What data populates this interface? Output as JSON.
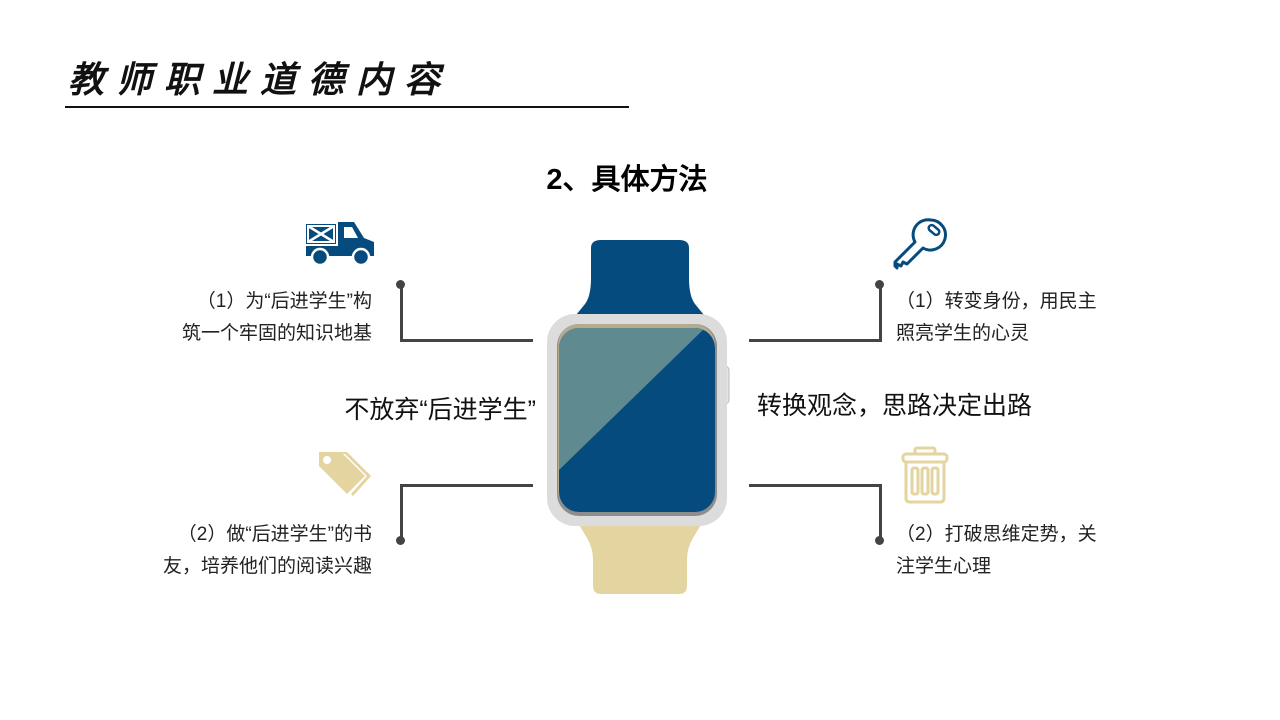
{
  "slide": {
    "title": "教师职业道德内容",
    "section_heading": "2、具体方法"
  },
  "left": {
    "center_label": "不放弃“后进学生”",
    "top_item": {
      "icon": "truck-icon",
      "line1": "（1）为“后进学生”构",
      "line2": "筑一个牢固的知识地基"
    },
    "bottom_item": {
      "icon": "tag-icon",
      "line1": "（2）做“后进学生”的书",
      "line2": "友，培养他们的阅读兴趣"
    }
  },
  "right": {
    "center_label": "转换观念，思路决定出路",
    "top_item": {
      "icon": "key-icon",
      "line1": "（1）转变身份，用民主",
      "line2": "照亮学生的心灵"
    },
    "bottom_item": {
      "icon": "trash-icon",
      "line1": "（2）打破思维定势，关",
      "line2": "注学生心理"
    }
  },
  "colors": {
    "navy": "#064b7d",
    "sand": "#e4d4a0",
    "silver": "#dcdcdc",
    "screen_highlight": "#5f8a8f",
    "connector": "#444444"
  }
}
